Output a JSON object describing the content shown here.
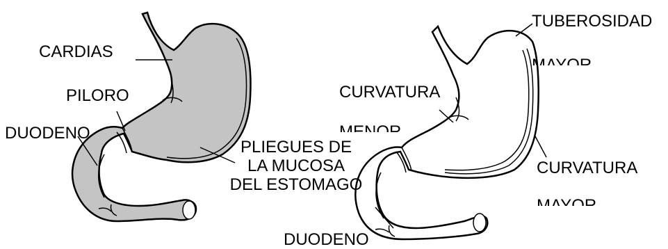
{
  "colors": {
    "stomach_fill": "#c4c4c4",
    "outline": "#000000",
    "background": "#ffffff"
  },
  "left_figure": {
    "labels": {
      "cardias": "CARDIAS",
      "piloro": "PILORO",
      "duodeno": "DUODENO",
      "pliegues_line1": "PLIEGUES DE",
      "pliegues_line2": "LA MUCOSA",
      "pliegues_line3": "DEL ESTOMAGO"
    }
  },
  "right_figure": {
    "labels": {
      "tuberosidad": "TUBEROSIDAD",
      "tuberosidad_mayor": "MAYOR",
      "curvatura_menor_1": "CURVATURA",
      "curvatura_menor_2": "MENOR",
      "curvatura_mayor_1": "CURVATURA",
      "curvatura_mayor_2": "MAYOR",
      "duodeno": "DUODENO"
    }
  }
}
